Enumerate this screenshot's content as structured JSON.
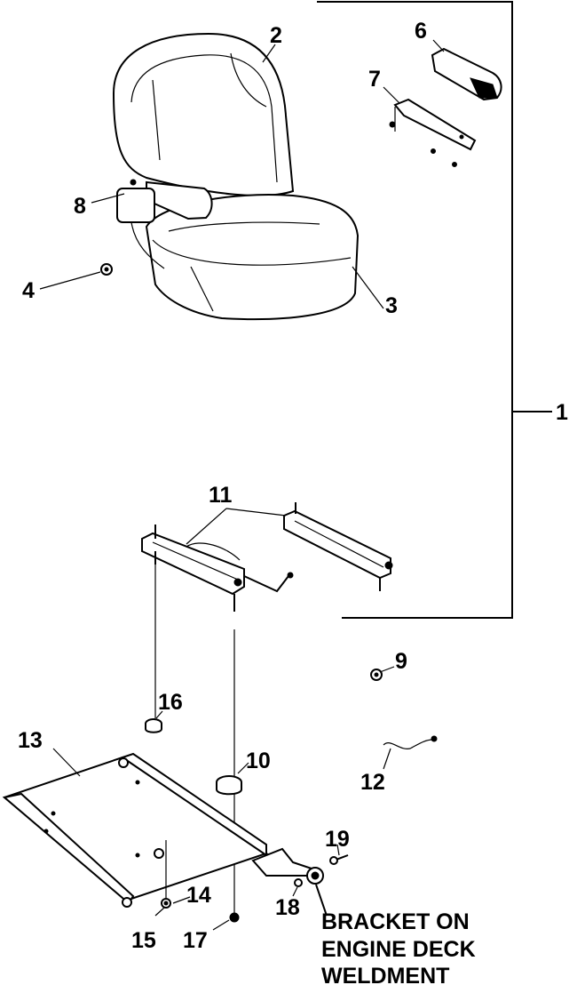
{
  "callouts": {
    "c1": "1",
    "c2": "2",
    "c3": "3",
    "c4": "4",
    "c6": "6",
    "c7": "7",
    "c8": "8",
    "c9": "9",
    "c10": "10",
    "c11": "11",
    "c12": "12",
    "c13": "13",
    "c14": "14",
    "c15": "15",
    "c16": "16",
    "c17": "17",
    "c18": "18",
    "c19": "19"
  },
  "note": {
    "line1": "BRACKET ON",
    "line2": "ENGINE DECK",
    "line3": "WELDMENT"
  }
}
